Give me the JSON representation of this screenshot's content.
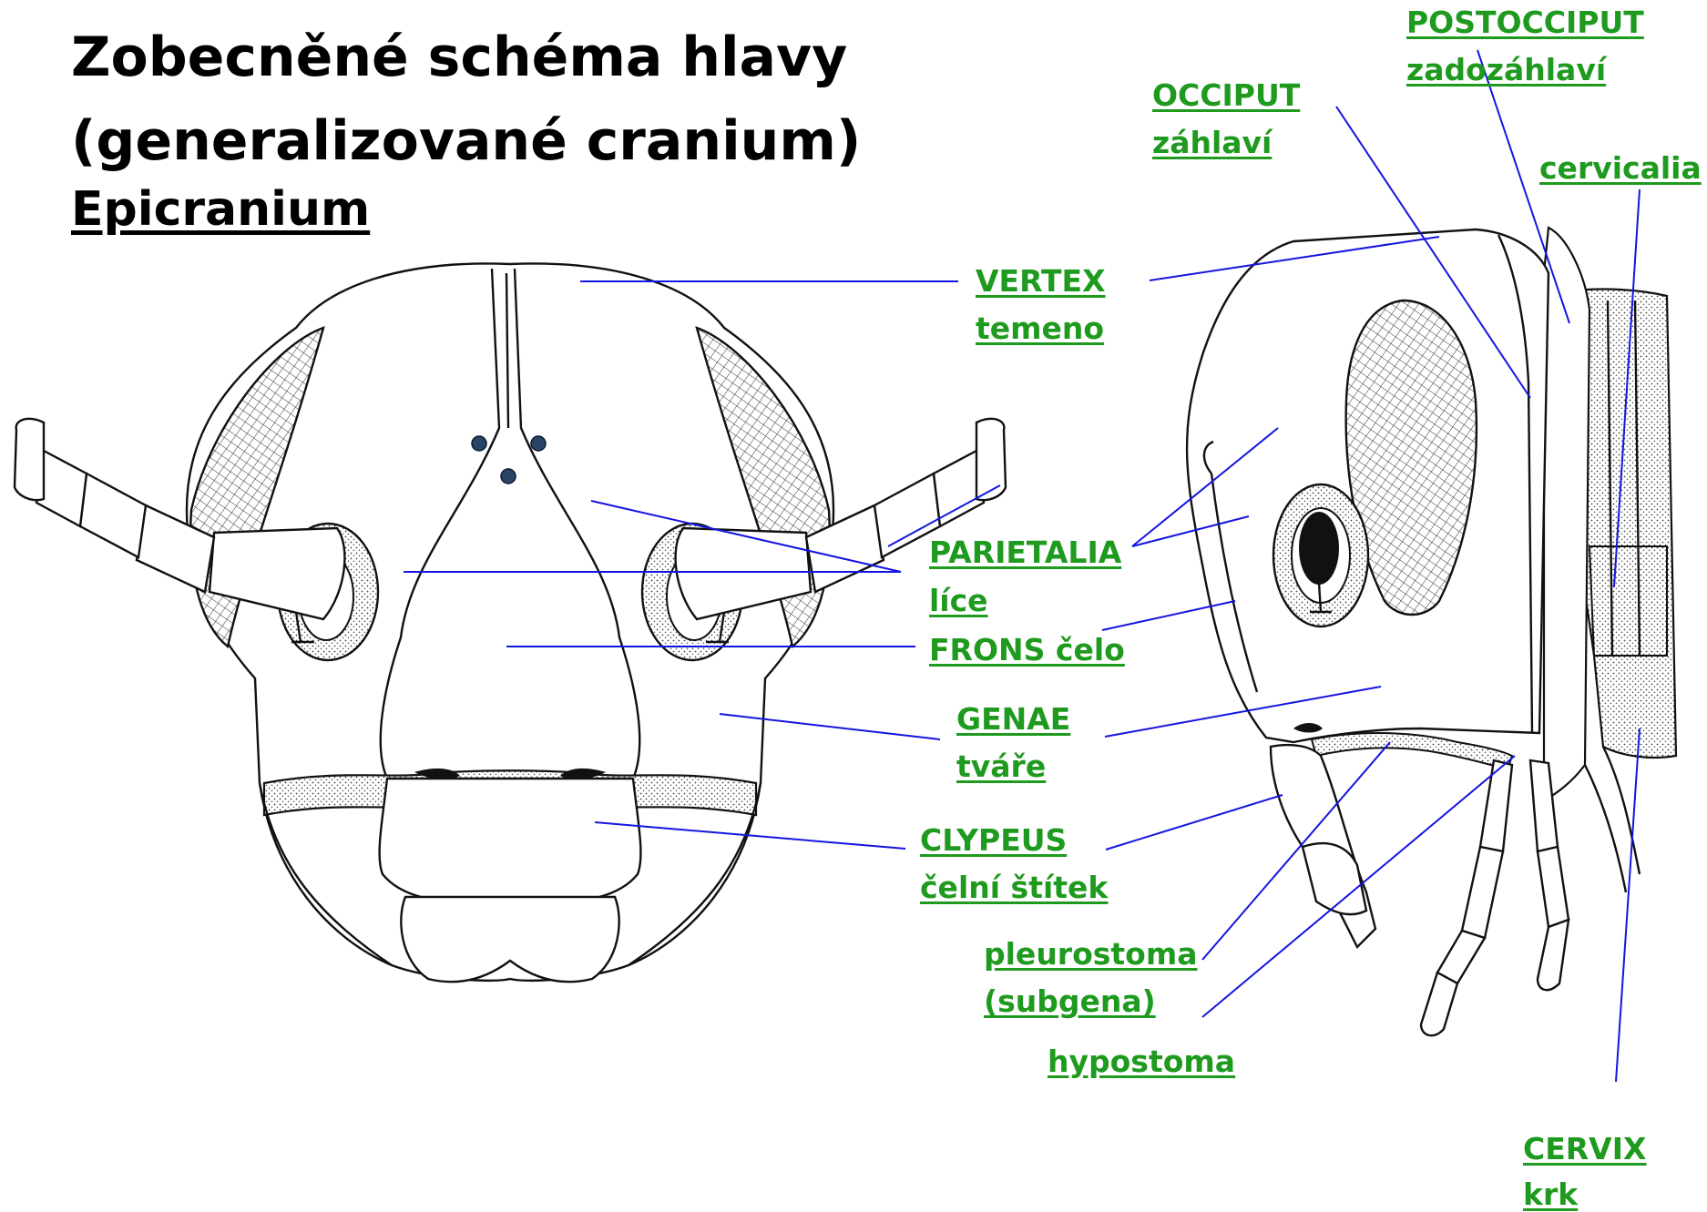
{
  "title": {
    "line1": "Zobecněné schéma hlavy",
    "line2": "(generalizované cranium)",
    "subtitle": "Epicranium"
  },
  "labels": {
    "vertex": "VERTEX",
    "vertex_cz": "temeno",
    "occiput": "OCCIPUT",
    "occiput_cz": "záhlaví",
    "postocciput": "POSTOCCIPUT",
    "postocciput_cz": "zadozáhlaví",
    "cervicalia": "cervicalia",
    "parietalia": "PARIETALIA",
    "parietalia_cz": "líce",
    "frons": "FRONS čelo",
    "genae": "GENAE",
    "genae_cz": "tváře",
    "clypeus": "CLYPEUS",
    "clypeus_cz": "čelní štítek",
    "pleurostoma": "pleurostoma",
    "pleurostoma_sub": "(subgena)",
    "hypostoma": "hypostoma",
    "cervix": "CERVIX",
    "cervix_cz": "krk"
  },
  "colors": {
    "label_green": "#1e9a1e",
    "leader_blue": "#1515e0",
    "ocelli": "#2a4466"
  }
}
